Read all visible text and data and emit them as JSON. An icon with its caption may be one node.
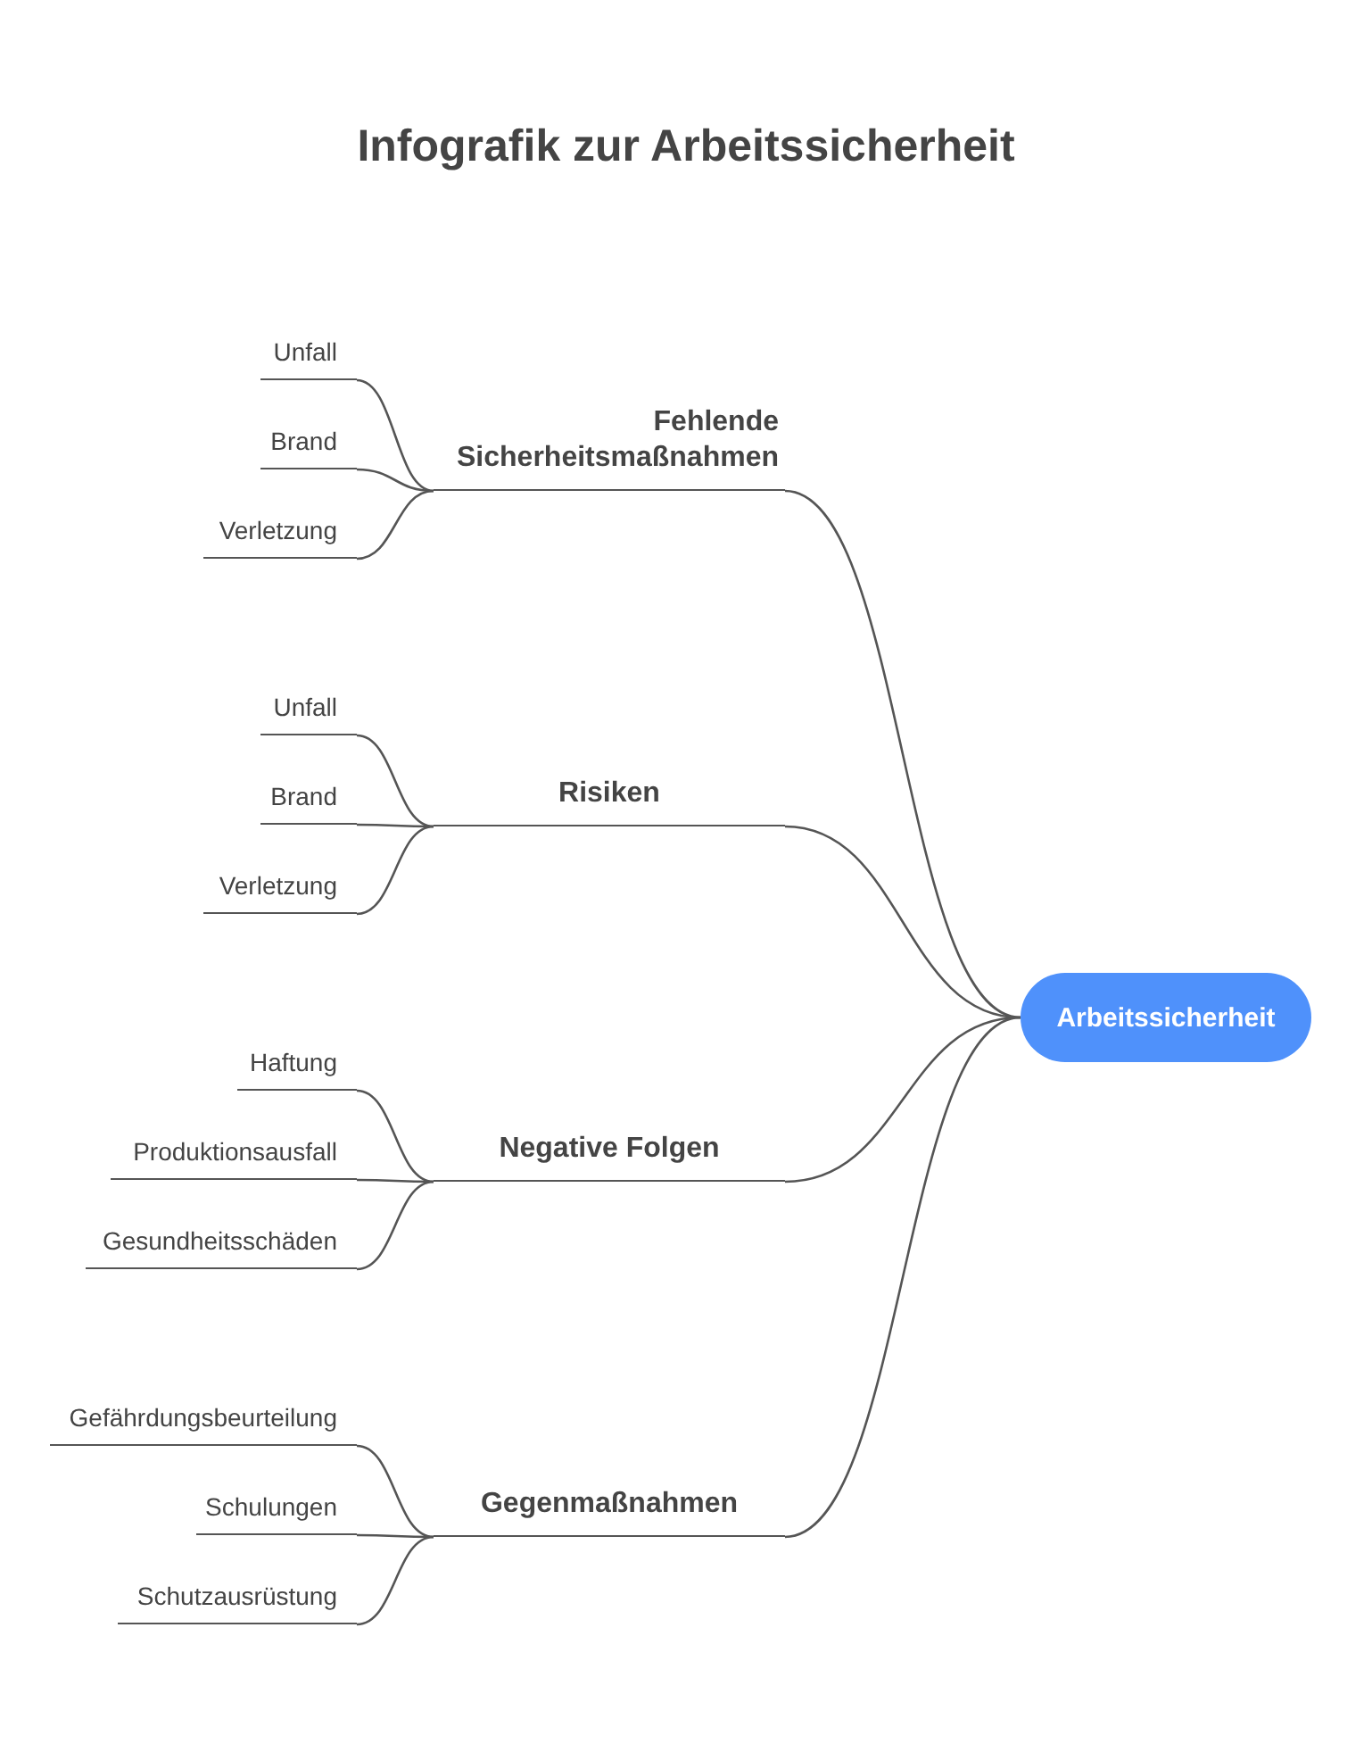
{
  "diagram": {
    "title": "Infografik zur Arbeitssicherheit",
    "nodes": [
      {
        "text": [
          "Arbeitssicherheit"
        ]
      },
      {
        "text": [
          "Fehlende Sicherheitsmaßnahmen"
        ]
      },
      {
        "text": [
          "Unfall"
        ]
      },
      {
        "text": [
          "Brand"
        ]
      },
      {
        "text": [
          "Verletzung"
        ]
      },
      {
        "text": [
          "Risiken"
        ]
      },
      {
        "text": [
          "Unfall"
        ]
      },
      {
        "text": [
          "Brand"
        ]
      },
      {
        "text": [
          "Verletzung"
        ]
      },
      {
        "text": [
          "Negative Folgen"
        ]
      },
      {
        "text": [
          "Haftung"
        ]
      },
      {
        "text": [
          "Produktionsausfall"
        ]
      },
      {
        "text": [
          "Gesundheitsschäden"
        ]
      },
      {
        "text": [
          "Gegenmaßnahmen"
        ]
      },
      {
        "text": [
          "Gefährdungsbeurteilung"
        ]
      },
      {
        "text": [
          "Schulungen"
        ]
      },
      {
        "text": [
          "Schutzausrüstung"
        ]
      }
    ],
    "edges": [
      {
        "from": 0,
        "to": 1,
        "arrow": "none"
      },
      {
        "from": 1,
        "to": 2,
        "arrow": "none"
      },
      {
        "from": 1,
        "to": 3,
        "arrow": "none"
      },
      {
        "from": 1,
        "to": 4,
        "arrow": "none"
      },
      {
        "from": 0,
        "to": 5,
        "arrow": "none"
      },
      {
        "from": 5,
        "to": 6,
        "arrow": "none"
      },
      {
        "from": 5,
        "to": 7,
        "arrow": "none"
      },
      {
        "from": 5,
        "to": 8,
        "arrow": "none"
      },
      {
        "from": 0,
        "to": 9,
        "arrow": "none"
      },
      {
        "from": 9,
        "to": 10,
        "arrow": "none"
      },
      {
        "from": 9,
        "to": 11,
        "arrow": "none"
      },
      {
        "from": 9,
        "to": 12,
        "arrow": "none"
      },
      {
        "from": 0,
        "to": 13,
        "arrow": "none"
      },
      {
        "from": 13,
        "to": 14,
        "arrow": "none"
      },
      {
        "from": 13,
        "to": 15,
        "arrow": "none"
      },
      {
        "from": 13,
        "to": 16,
        "arrow": "none"
      }
    ]
  }
}
